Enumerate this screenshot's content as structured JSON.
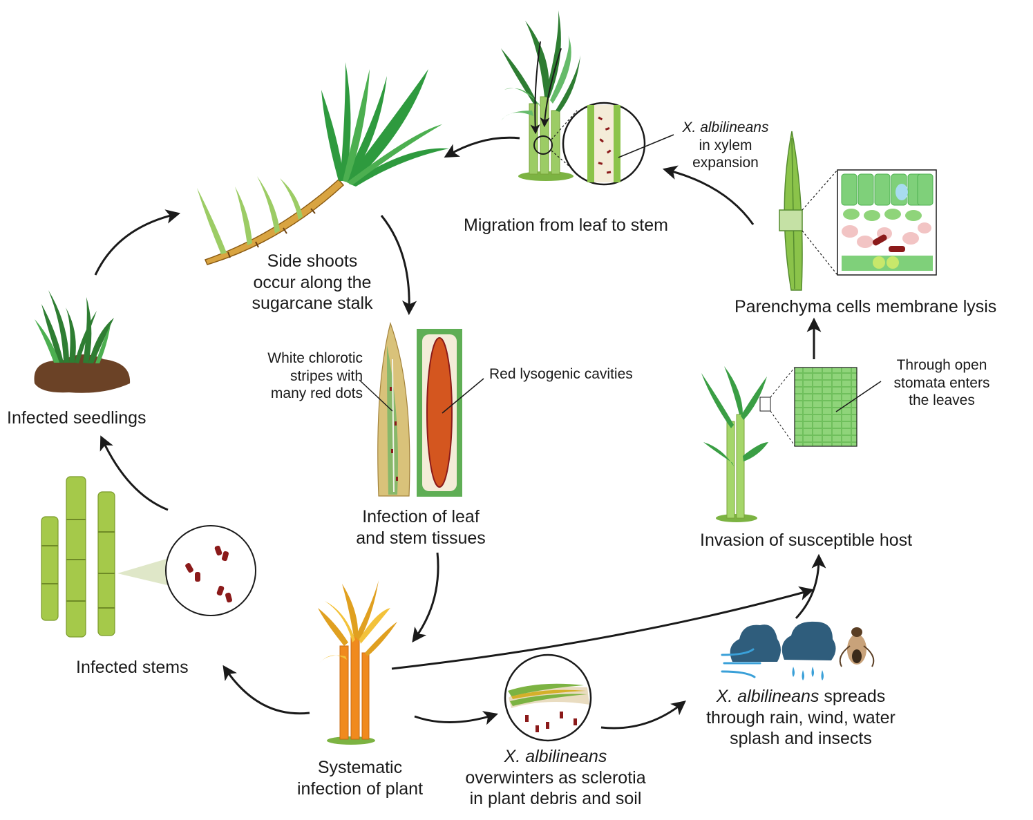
{
  "stages": {
    "seedlings": {
      "label": "Infected seedlings"
    },
    "side_shoots": {
      "lines": [
        "Side shoots",
        "occur along the",
        "sugarcane stalk"
      ]
    },
    "migration": {
      "label": "Migration from leaf to stem"
    },
    "xylem": {
      "species": "X. albilineans",
      "rest": [
        "in xylem",
        "expansion"
      ]
    },
    "parenchyma": {
      "label": "Parenchyma cells membrane lysis"
    },
    "leaf_stem": {
      "lines": [
        "Infection of leaf",
        "and stem tissues"
      ]
    },
    "white_stripes": {
      "lines": [
        "White chlorotic",
        "stripes with",
        "many red dots"
      ]
    },
    "red_cavities": {
      "label": "Red lysogenic cavities"
    },
    "stomata": {
      "lines": [
        "Through open",
        "stomata  enters",
        "the leaves"
      ]
    },
    "invasion": {
      "label": "Invasion of susceptible host"
    },
    "stems": {
      "label": "Infected  stems"
    },
    "systematic": {
      "lines": [
        "Systematic",
        "infection of plant"
      ]
    },
    "overwinter": {
      "species": "X. albilineans",
      "rest": [
        "overwinters as sclerotia",
        "in plant debris and soil"
      ]
    },
    "spread": {
      "species": "X. albilineans",
      "first_rest": " spreads",
      "rest": [
        "through rain, wind, water",
        "splash and insects"
      ]
    }
  },
  "colors": {
    "leaf_green": "#4caf50",
    "dark_green": "#2e7d32",
    "cane_green": "#a5c94a",
    "stalk_tan": "#d9a441",
    "soil": "#6b4226",
    "bacteria_red": "#8b1a1a",
    "cloud": "#2f5d7c",
    "water": "#3aa0d8",
    "arrow": "#1a1a1a",
    "autumn": "#e0a020"
  }
}
